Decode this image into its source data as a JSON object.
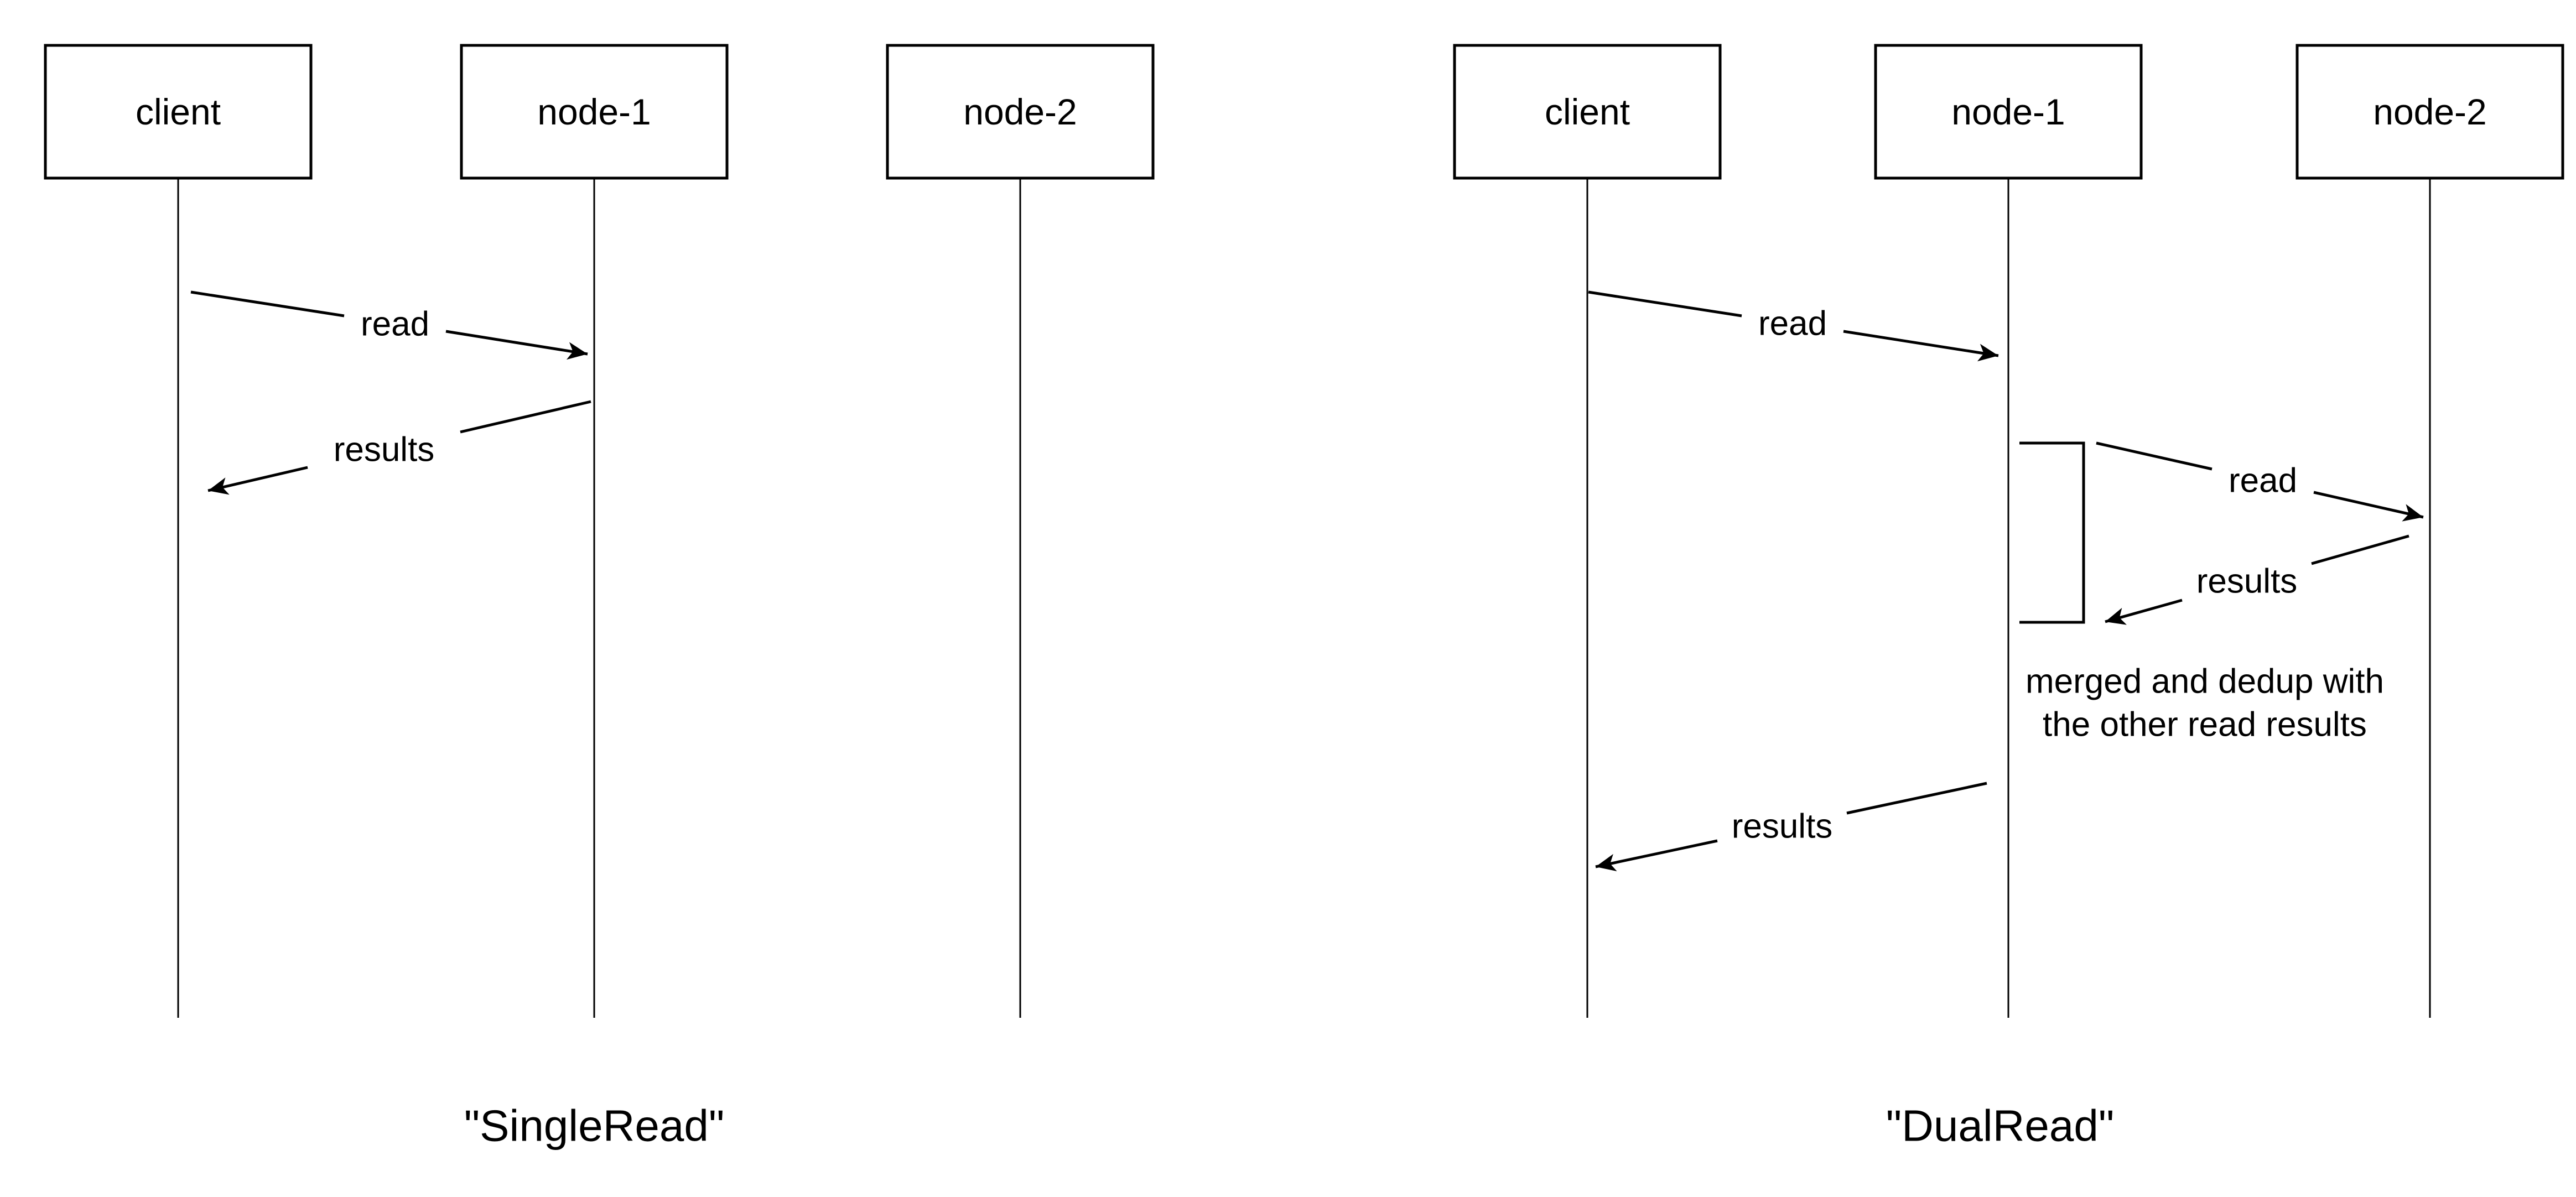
{
  "page": {
    "background_color": "#ffffff",
    "line_color": "#000000"
  },
  "diagrams": [
    {
      "id": "single-read",
      "title": "\"SingleRead\"",
      "actors": [
        {
          "name": "client"
        },
        {
          "name": "node-1"
        },
        {
          "name": "node-2"
        }
      ],
      "messages": [
        {
          "label": "read",
          "from": "client",
          "to": "node-1"
        },
        {
          "label": "results",
          "from": "node-1",
          "to": "client"
        }
      ]
    },
    {
      "id": "dual-read",
      "title": "\"DualRead\"",
      "actors": [
        {
          "name": "client"
        },
        {
          "name": "node-1"
        },
        {
          "name": "node-2"
        }
      ],
      "messages": [
        {
          "label": "read",
          "from": "client",
          "to": "node-1"
        },
        {
          "label": "read",
          "from": "node-1",
          "to": "node-2"
        },
        {
          "label": "results",
          "from": "node-2",
          "to": "node-1"
        },
        {
          "label": "results",
          "from": "node-1",
          "to": "client"
        }
      ],
      "note": {
        "line1": "merged and dedup with",
        "line2": "the other read results"
      }
    }
  ]
}
